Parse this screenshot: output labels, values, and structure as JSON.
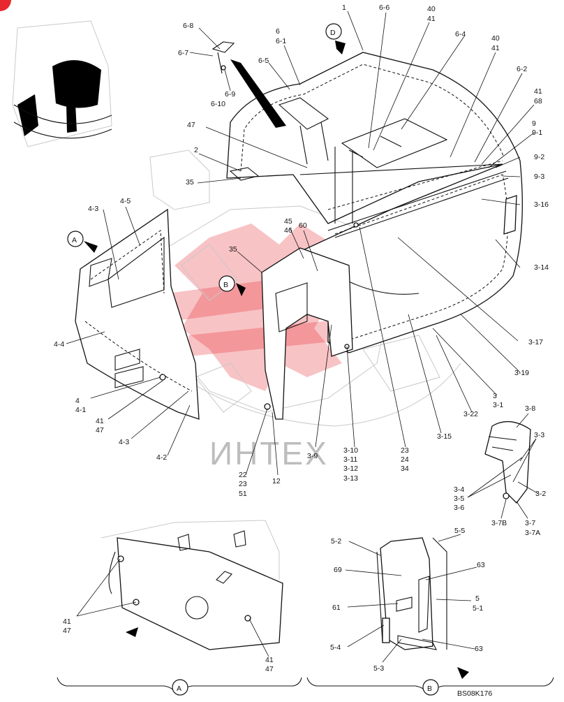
{
  "drawing_code": "BS08K176",
  "watermark_text": "ИНТЕХ",
  "view_marks": [
    "A",
    "B",
    "D"
  ],
  "section_labels": {
    "a": "A",
    "b": "B"
  },
  "callouts": [
    "1",
    "6-6",
    "40",
    "41",
    "6-8",
    "6-7",
    "6-9",
    "6-10",
    "6",
    "6-1",
    "6-5",
    "6-4",
    "40",
    "41",
    "6-2",
    "41",
    "68",
    "9",
    "9-1",
    "9-2",
    "9-3",
    "47",
    "2",
    "35",
    "3-16",
    "4-3",
    "4-5",
    "3-14",
    "45",
    "46",
    "60",
    "35",
    "3-17",
    "4-4",
    "4",
    "4-1",
    "3-19",
    "41",
    "47",
    "3",
    "3-1",
    "4-3",
    "3-22",
    "4-2",
    "3-15",
    "3-8",
    "3-3",
    "3-10",
    "3-11",
    "3-12",
    "3-13",
    "23",
    "24",
    "34",
    "3-9",
    "22",
    "23",
    "51",
    "12",
    "3-4",
    "3-5",
    "3-6",
    "3-2",
    "3-7B",
    "3-7",
    "3-7A",
    "5-2",
    "5-5",
    "69",
    "63",
    "61",
    "5",
    "5-1",
    "5-4",
    "63",
    "5-3",
    "41",
    "47",
    "41",
    "47"
  ],
  "colors": {
    "line": "#111111",
    "ghost": "#c9c9c9",
    "watermark": "#e7282e"
  }
}
